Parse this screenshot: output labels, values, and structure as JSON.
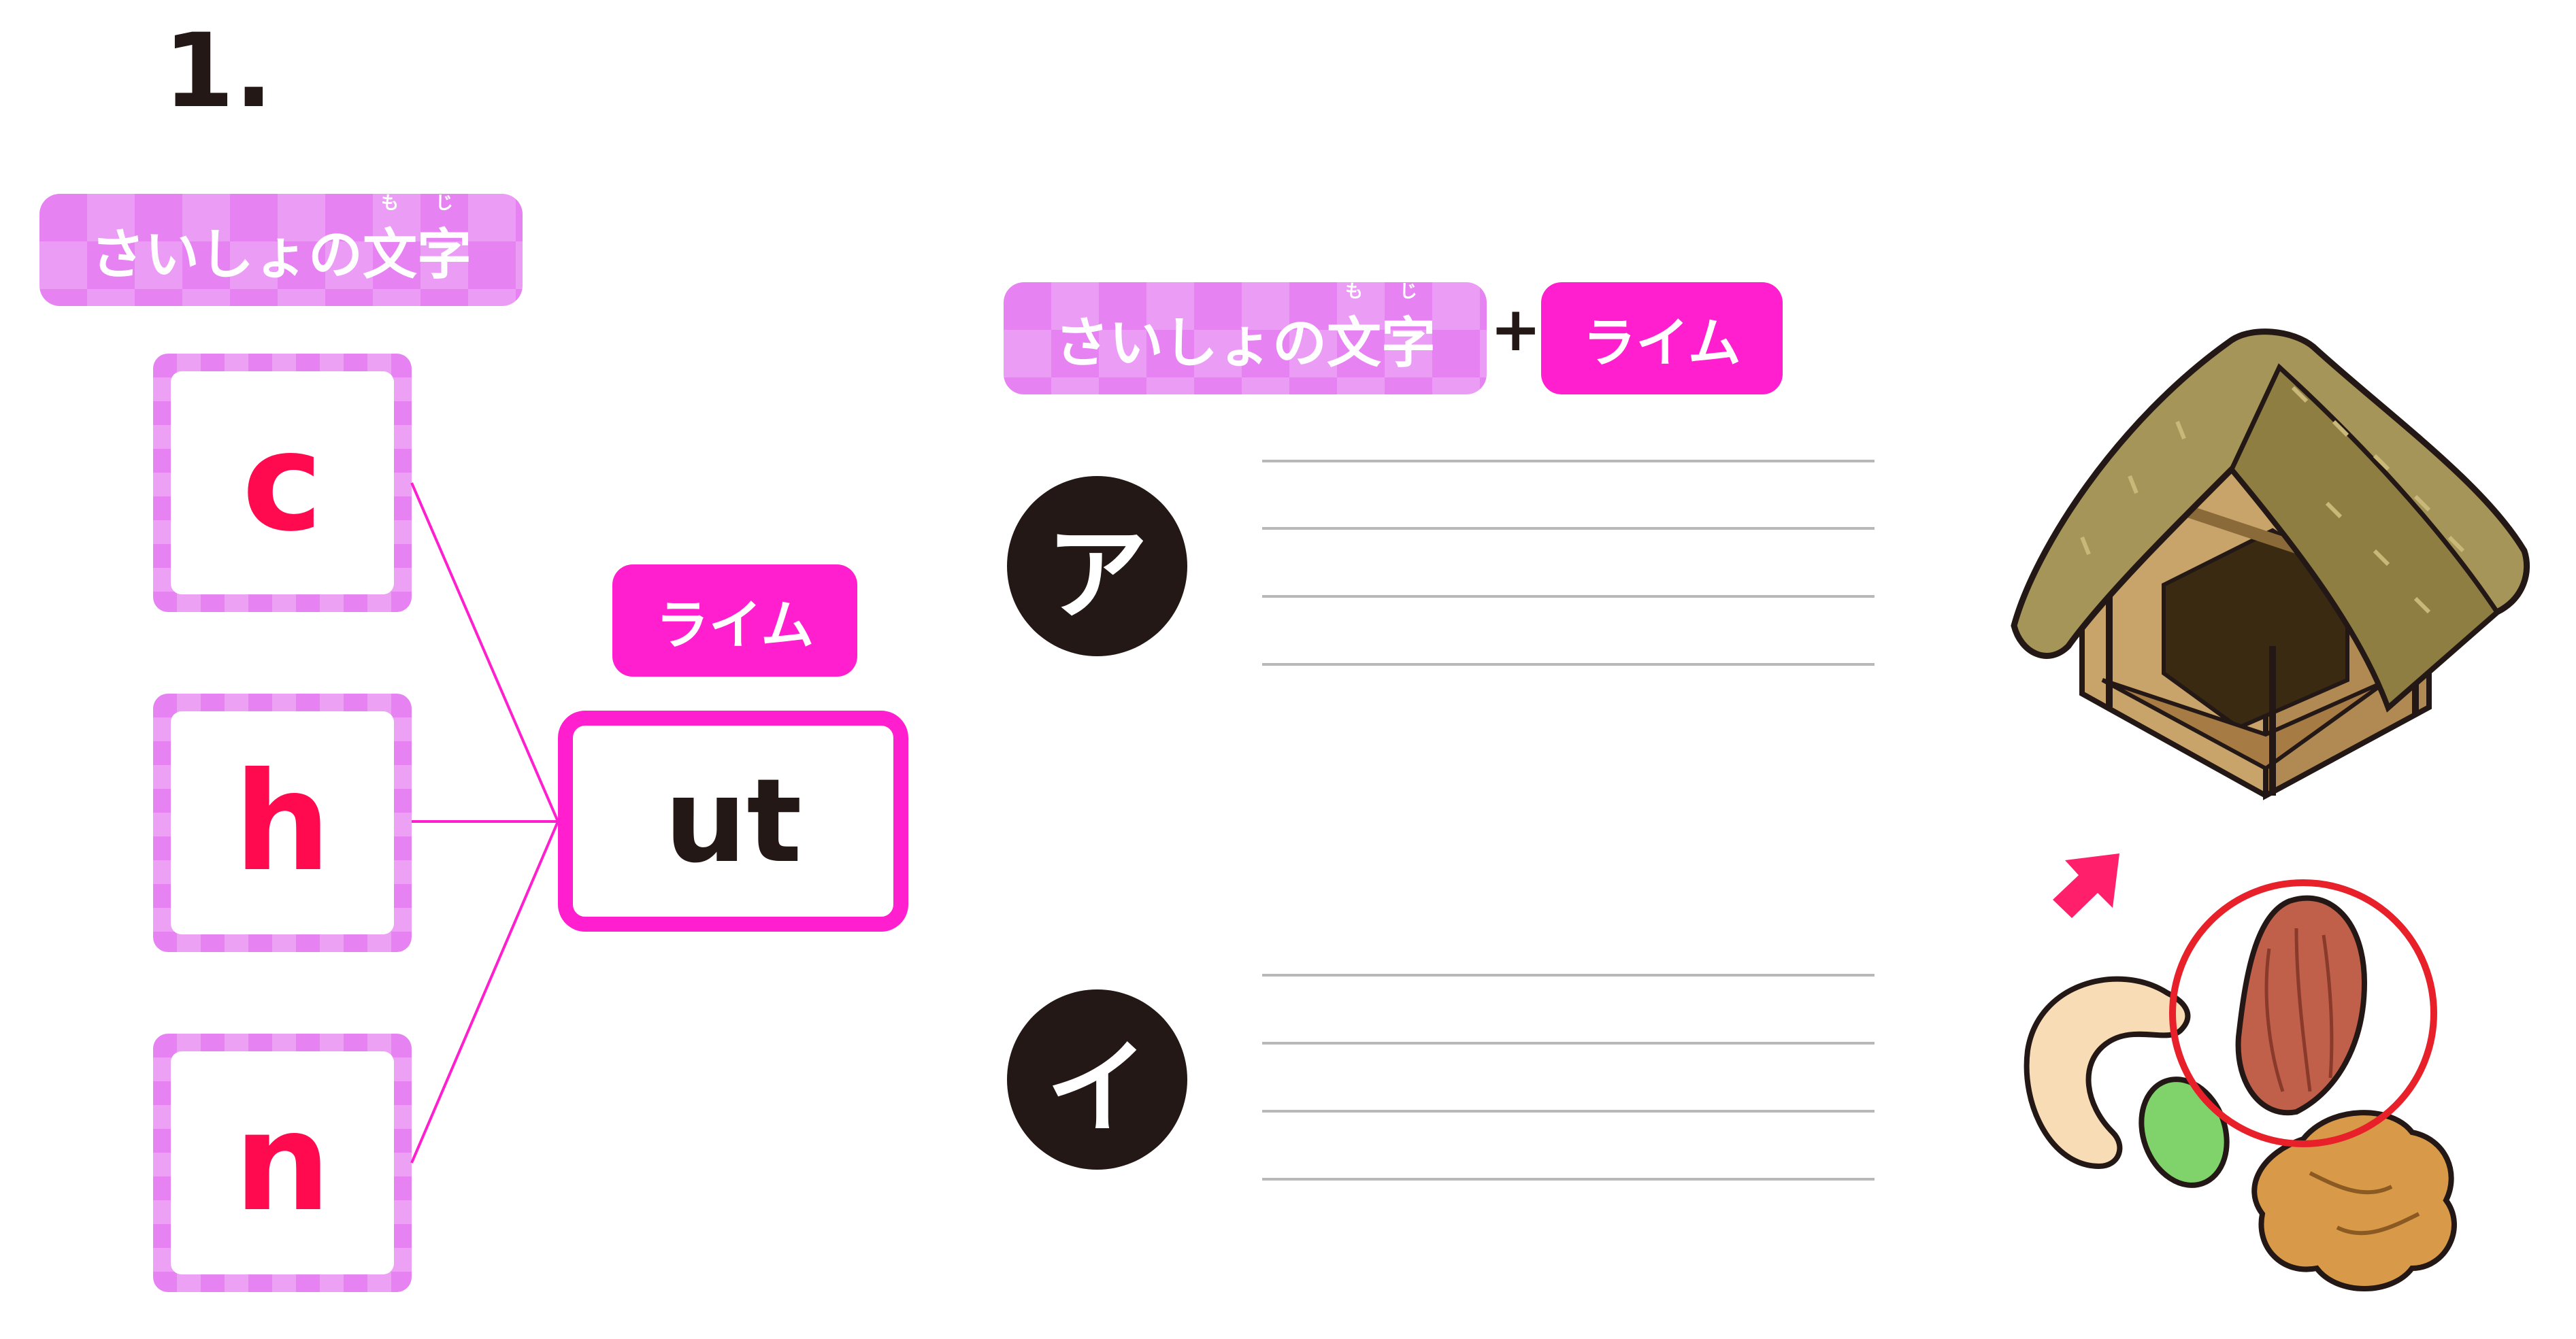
{
  "question": {
    "number": "1."
  },
  "first_letter_label": {
    "base_pre": "さいしょの",
    "base_kanji": "文字",
    "ruby_mo": "も",
    "ruby_ji": "じ"
  },
  "letters": [
    "c",
    "h",
    "n"
  ],
  "rime": {
    "label": "ライム",
    "text": "ut"
  },
  "formula": {
    "plus": "+",
    "rime_label": "ライム"
  },
  "answers": [
    {
      "label": "ア"
    },
    {
      "label": "イ"
    }
  ],
  "pictures": [
    "hut-picture",
    "nut-picture"
  ],
  "colors": {
    "accent_pink": "#ff1fcf",
    "pattern_pink": "#e682f2",
    "letter_red": "#ff0a4e",
    "dark": "#231815",
    "line_gray": "#b8b8b8"
  }
}
